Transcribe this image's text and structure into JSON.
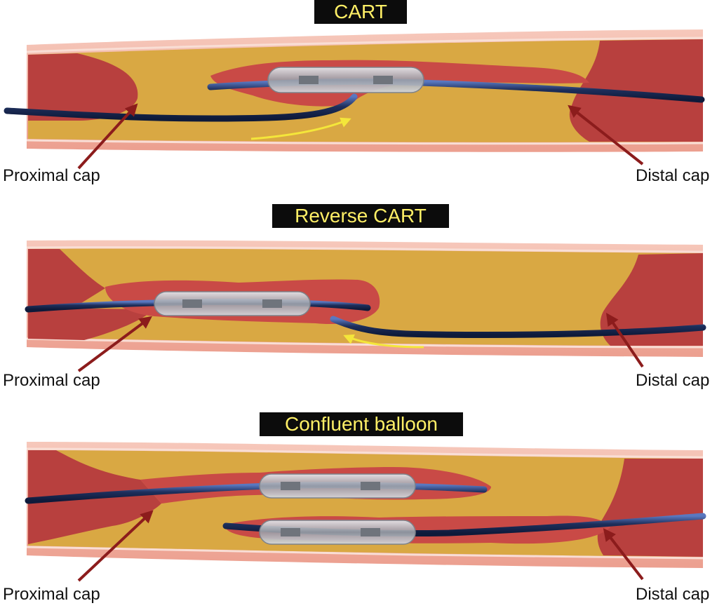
{
  "colors": {
    "vessel_wall": "#f2b3a3",
    "vessel_wall_edge": "#e28f82",
    "vessel_lumen_line": "#f7d6cc",
    "plaque": "#d9a843",
    "cap": "#b8403e",
    "dissection": "#c94a46",
    "wire": "#1e2f5c",
    "wire_highlight": "#4a6ab0",
    "balloon": "#b8bcc2",
    "arrow_label": "#8c1c1c",
    "direction_arrow": "#f4e63a",
    "title_bg": "#0c0c0c",
    "title_text": "#ffef66"
  },
  "panels": [
    {
      "title": "CART",
      "proximal_label": "Proximal cap",
      "distal_label": "Distal cap"
    },
    {
      "title": "Reverse CART",
      "proximal_label": "Proximal cap",
      "distal_label": "Distal cap"
    },
    {
      "title": "Confluent balloon",
      "proximal_label": "Proximal cap",
      "distal_label": "Distal cap"
    }
  ]
}
